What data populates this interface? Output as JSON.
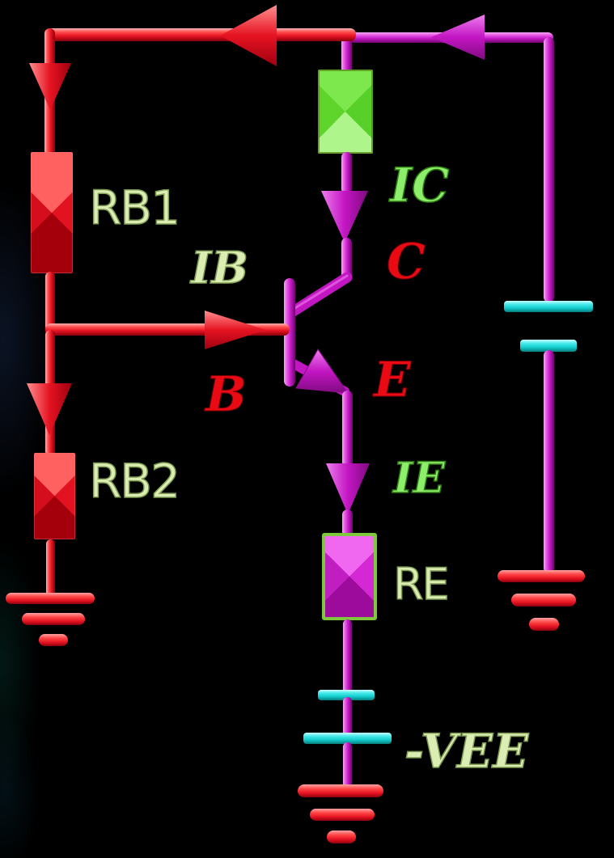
{
  "diagram": {
    "type": "circuit-schematic",
    "subject": "NPN transistor voltage-divider bias circuit with emitter resistor and negative supply",
    "labels": {
      "rb1": "RB1",
      "rb2": "RB2",
      "re": "RE",
      "ib": "IB",
      "ic": "IC",
      "ie": "IE",
      "collector": "C",
      "base": "B",
      "emitter": "E",
      "vee": "-VEE"
    },
    "components": {
      "resistors": [
        {
          "id": "rb1",
          "label": "RB1",
          "body_color": "red"
        },
        {
          "id": "rb2",
          "label": "RB2",
          "body_color": "red"
        },
        {
          "id": "collector-resistor",
          "label": "",
          "body_color": "green"
        },
        {
          "id": "re",
          "label": "RE",
          "body_color": "magenta",
          "border_color": "green"
        }
      ],
      "transistor": {
        "type": "npn",
        "terminals": [
          "C",
          "B",
          "E"
        ]
      },
      "current_arrows": [
        {
          "name": "IB",
          "direction": "right",
          "color": "red"
        },
        {
          "name": "IC",
          "direction": "down",
          "color": "magenta"
        },
        {
          "name": "IE",
          "direction": "down",
          "color": "magenta"
        }
      ],
      "batteries": [
        {
          "id": "right-battery",
          "plate_color": "cyan"
        },
        {
          "id": "vee-battery",
          "plate_color": "cyan",
          "label": "-VEE"
        }
      ],
      "grounds": [
        "left-ground",
        "middle-ground",
        "right-ground"
      ]
    }
  },
  "colors": {
    "background": "#000000",
    "wire_red": "#e61322",
    "wire_magenta": "#c316c3",
    "resistor_green": "#66d92e",
    "battery_cyan": "#14cfcf",
    "label_pale": "#dcedb4",
    "label_bright_green": "#8dee6b",
    "label_red": "#ea0a14"
  }
}
